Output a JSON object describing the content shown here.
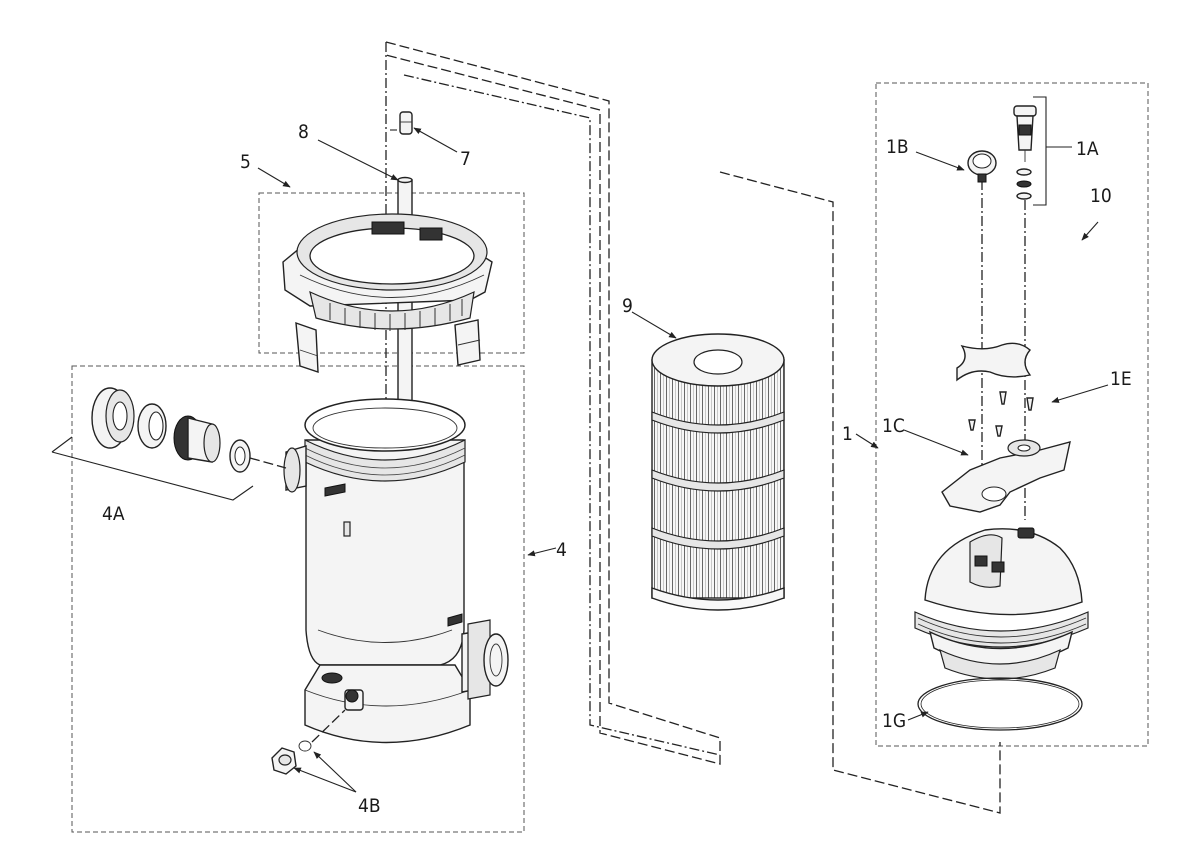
{
  "callouts": {
    "c1": "1",
    "c1A": "1A",
    "c1B": "1B",
    "c1C": "1C",
    "c1E": "1E",
    "c1G": "1G",
    "c4": "4",
    "c4A": "4A",
    "c4B": "4B",
    "c5": "5",
    "c7": "7",
    "c8": "8",
    "c9": "9",
    "c10": "10"
  }
}
